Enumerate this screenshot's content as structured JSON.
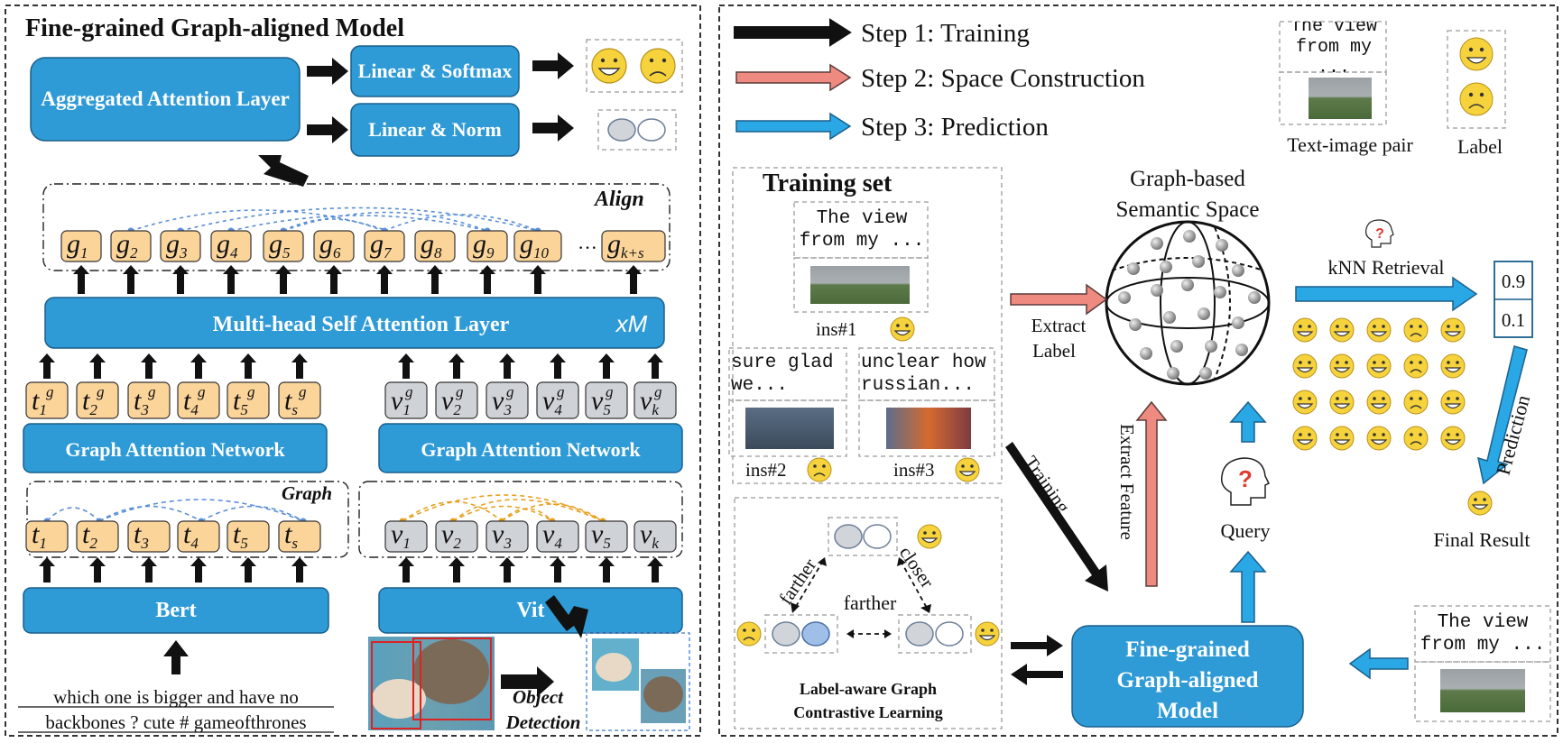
{
  "left": {
    "title": "Fine-grained Graph-aligned Model",
    "aggregated_attention": "Aggregated Attention Layer",
    "linear_softmax": "Linear & Softmax",
    "linear_norm": "Linear & Norm",
    "align_label": "Align",
    "graph_label": "Graph",
    "msa_label": "Multi-head Self Attention Layer",
    "msa_repeat": "xM",
    "gat_text": "Graph Attention Network",
    "gat_image": "Graph Attention Network",
    "bert": "Bert",
    "vit": "Vit",
    "object_detection": "Object Detection",
    "input_text_line1": "which one is bigger and have no",
    "input_text_line2": "backbones ? cute # gameofthrones",
    "g_tokens": [
      "1",
      "2",
      "3",
      "4",
      "5",
      "6",
      "7",
      "8",
      "9",
      "10",
      "k+s"
    ],
    "g_ellipsis": "···",
    "t_tokens": [
      "1",
      "2",
      "3",
      "4",
      "5",
      "s"
    ],
    "v_tokens": [
      "1",
      "2",
      "3",
      "4",
      "5",
      "k"
    ],
    "token_sup": "g"
  },
  "right": {
    "legend": [
      {
        "label": "Step 1: Training",
        "color": "#111111"
      },
      {
        "label": "Step 2: Space Construction",
        "color": "#ef8a80"
      },
      {
        "label": "Step 3: Prediction",
        "color": "#2aa8e6"
      }
    ],
    "pair_text": "The view from my ...",
    "pair_caption": "Text-image pair",
    "label_caption": "Label",
    "training_set": "Training set",
    "ins1_text": "The view from my ...",
    "ins1_label": "ins#1",
    "ins2_text": "sure glad we...",
    "ins2_label": "ins#2",
    "ins3_text": "unclear how russian...",
    "ins3_label": "ins#3",
    "space_title_line1": "Graph-based",
    "space_title_line2": "Semantic Space",
    "extract_label_line1": "Extract",
    "extract_label_line2": "Label",
    "extract_feature": "Extract Feature",
    "training_arrow": "Training",
    "query": "Query",
    "knn": "kNN Retrieval",
    "scores": [
      "0.9",
      "0.1"
    ],
    "prediction": "Prediction",
    "final_result": "Final Result",
    "contrastive_line1": "Label-aware Graph",
    "contrastive_line2": "Contrastive Learning",
    "farther1": "farther",
    "closer": "closer",
    "farther2": "farther",
    "model_line1": "Fine-grained",
    "model_line2": "Graph-aligned",
    "model_line3": "Model",
    "query_text": "The view from my ...",
    "emoji_grid": [
      [
        "happy",
        "happy",
        "happy",
        "sad",
        "happy"
      ],
      [
        "happy",
        "happy",
        "happy",
        "sad",
        "happy"
      ],
      [
        "happy",
        "happy",
        "happy",
        "sad",
        "happy"
      ],
      [
        "happy",
        "happy",
        "happy",
        "sad",
        "happy"
      ]
    ]
  }
}
